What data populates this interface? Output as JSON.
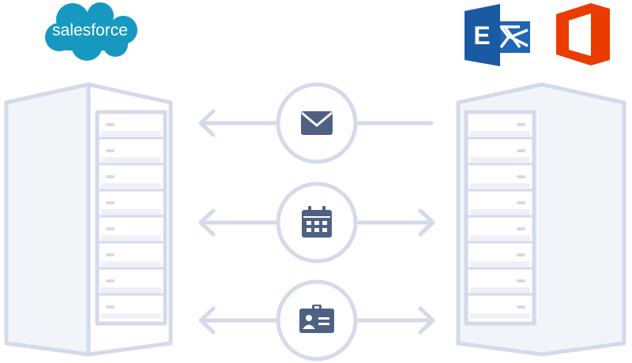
{
  "logos": {
    "left": {
      "text": "salesforce",
      "color": "#1798c1"
    },
    "exchange": {
      "letter": "E",
      "color": "#1f66b4"
    },
    "office": {
      "color": "#eb3c00"
    }
  },
  "connections": [
    {
      "icon": "envelope-icon",
      "direction": "to-left"
    },
    {
      "icon": "calendar-icon",
      "direction": "both"
    },
    {
      "icon": "contact-card-icon",
      "direction": "both"
    }
  ],
  "colors": {
    "line": "#d4dae9",
    "server_fill": "#f1f4f9",
    "icon": "#4f6183"
  }
}
